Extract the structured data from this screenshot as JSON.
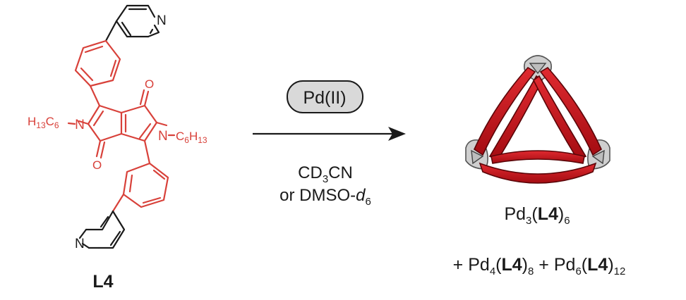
{
  "colors": {
    "ligand_red": "#d8413a",
    "black": "#1a1a1a",
    "cage_red": "#c8121b",
    "cage_dark": "#7a0a0e",
    "node_gray": "#cfcfcf",
    "capsule_gray": "#d9d9d9"
  },
  "ligand": {
    "label": "L4",
    "atom_n_pyridine": "N",
    "atom_n_lactam": "N",
    "atom_o": "O",
    "hexyl_left": {
      "prefix": "H",
      "sub1": "13",
      "mid": "C",
      "sub2": "6"
    },
    "hexyl_right": {
      "prefix": "C",
      "sub1": "6",
      "mid": "H",
      "sub2": "13"
    }
  },
  "reaction": {
    "reagent": "Pd(II)",
    "solvent_line1": {
      "text": "CD",
      "sub": "3",
      "suffix": "CN"
    },
    "solvent_line2": {
      "text": "or DMSO-",
      "italic": "d",
      "sub": "6"
    }
  },
  "product": {
    "main": {
      "metal": "Pd",
      "metal_sub": "3",
      "open": "(",
      "ligand": "L4",
      "close": ")",
      "ligand_sub": "6"
    },
    "byproducts": {
      "plus": "+",
      "p1": {
        "metal": "Pd",
        "metal_sub": "4",
        "open": "(",
        "ligand": "L4",
        "close": ")",
        "ligand_sub": "8"
      },
      "p2": {
        "metal": "Pd",
        "metal_sub": "6",
        "open": "(",
        "ligand": "L4",
        "close": ")",
        "ligand_sub": "12"
      }
    }
  }
}
